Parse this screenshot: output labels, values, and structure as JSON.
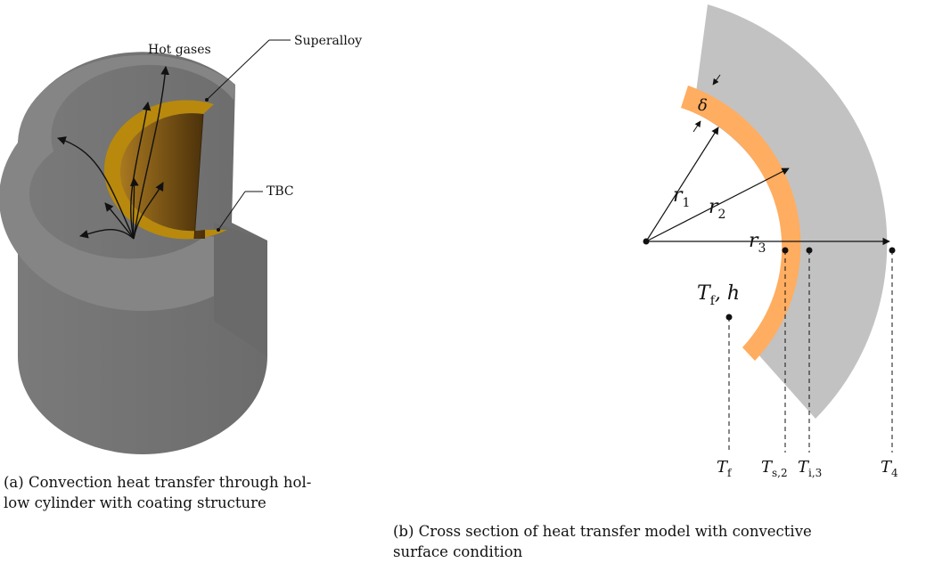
{
  "panel_a": {
    "labels": {
      "hot_gases": "Hot gases",
      "superalloy": "Superalloy",
      "tbc": "TBC"
    },
    "caption": {
      "line1": "(a) Convection heat transfer through hol-",
      "line2": "low cylinder with coating structure"
    },
    "colors": {
      "cylinder": "#757575",
      "cylinder_top": "#8a8a8a",
      "coating": "#b88a0a",
      "interior": "#6b4a10"
    }
  },
  "panel_b": {
    "labels": {
      "delta": "δ",
      "r1": {
        "base": "r",
        "sub": "1"
      },
      "r2": {
        "base": "r",
        "sub": "2"
      },
      "r3": {
        "base": "r",
        "sub": "3"
      },
      "fluid": {
        "T": "T",
        "sub": "f",
        "rest": ", h"
      },
      "Tf": {
        "base": "T",
        "sub": "f"
      },
      "Ts2": {
        "base": "T",
        "sub": "s,2"
      },
      "Ti3": {
        "base": "T",
        "sub": "i,3"
      },
      "T4": {
        "base": "T",
        "sub": "4"
      }
    },
    "caption": {
      "line1": "(b) Cross section of heat transfer model with convective",
      "line2": "surface condition"
    },
    "colors": {
      "superalloy": "#c2c2c2",
      "coating": "#ffad60"
    }
  }
}
